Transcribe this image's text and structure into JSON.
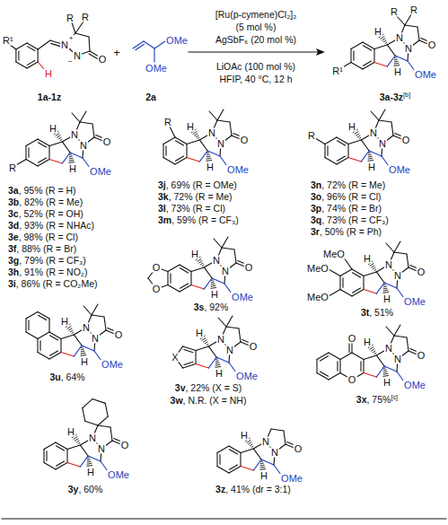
{
  "diagram": {
    "labels": [
      "R¹",
      "H",
      "R",
      "R",
      "N",
      "+",
      "N",
      "−",
      "O",
      "1a-1z",
      "+",
      "OMe",
      "OMe",
      "2a",
      "[Ru(p-cymene)Cl₂]₂",
      "(5 mol %)",
      "AgSbF₆ (20 mol %)",
      "LiOAc (100 mol %)",
      "HFIP, 40 °C, 12 h",
      "R¹",
      "R",
      "R",
      "N",
      "N",
      "O",
      "H",
      "H",
      "OMe",
      "3a-3z[b]",
      "R",
      "N",
      "N",
      "O",
      "H",
      "H",
      "OMe",
      "3a, 95% (R = H)",
      "3b, 82% (R = Me)",
      "3c, 52% (R = OH)",
      "3d, 93% (R = NHAc)",
      "3e, 98% (R = Cl)",
      "3f, 88% (R = Br)",
      "3g, 79% (R = CF₃)",
      "3h, 91% (R = NO₂)",
      "3i, 86% (R = CO₂Me)",
      "R",
      "N",
      "N",
      "O",
      "H",
      "H",
      "OMe",
      "3j, 69% (R = OMe)",
      "3k, 72% (R = Me)",
      "3l, 73% (R = Cl)",
      "3m, 59% (R = CF₃)",
      "R",
      "N",
      "N",
      "O",
      "H",
      "H",
      "OMe",
      "3n, 72% (R = Me)",
      "3o, 96% (R = Cl)",
      "3p, 74% (R = Br)",
      "3q, 73% (R = CF₃)",
      "3r, 50% (R = Ph)",
      "O",
      "O",
      "N",
      "N",
      "O",
      "H",
      "H",
      "OMe",
      "3s, 92%",
      "MeO",
      "MeO",
      "MeO",
      "N",
      "N",
      "O",
      "H",
      "H",
      "OMe",
      "3t, 51%",
      "N",
      "N",
      "O",
      "H",
      "H",
      "OMe",
      "3u, 64%",
      "X",
      "N",
      "N",
      "O",
      "H",
      "H",
      "OMe",
      "3v, 22% (X = S)",
      "3w, N.R. (X = NH)",
      "O",
      "O",
      "N",
      "N",
      "O",
      "H",
      "H",
      "OMe",
      "3x, 75%[c]",
      "N",
      "N",
      "O",
      "H",
      "H",
      "OMe",
      "3y, 60%",
      "N",
      "N",
      "O",
      "H",
      "H",
      "OMe",
      "3z, 41% (dr = 3:1)"
    ]
  }
}
